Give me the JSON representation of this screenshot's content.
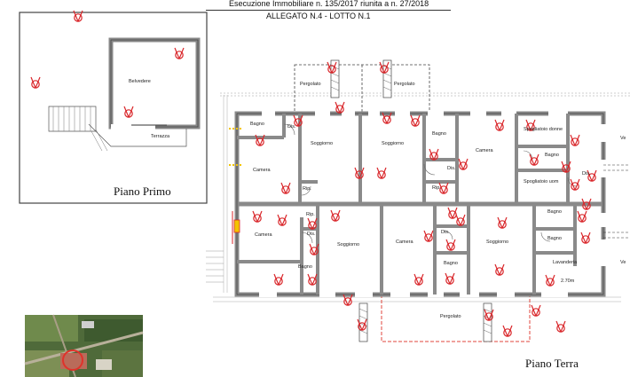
{
  "header": {
    "line1": "Esecuzione Immobiliare n. 135/2017 riunita a n. 27/2018",
    "line2": "ALLEGATO N.4 - LOTTO N.1"
  },
  "captions": {
    "first_floor": "Piano Primo",
    "ground_floor": "Piano Terra"
  },
  "first_floor_rooms": {
    "belvedere": "Belvedere",
    "terrazza": "Terrazza"
  },
  "ground_floor_rooms": {
    "pergolato_left": "Pergolato",
    "pergolato_right": "Pergolato",
    "pergolato_bottom": "Pergolato",
    "bagno_1": "Bagno",
    "dis_1": "Dis.",
    "camera_1": "Camera",
    "soggiorno_1": "Soggiorno",
    "rip_1": "Rip.",
    "soggiorno_2": "Soggiorno",
    "bagno_2": "Bagno",
    "dis_2": "Dis.",
    "rip_2": "Rip.",
    "camera_2": "Camera",
    "spogliatoio_donne": "Spogliatoio donne",
    "bagno_3": "Bagno",
    "dis_3": "Dis.",
    "spogliatoio_uomini": "Spogliatoio uom",
    "bagno_4": "Bagno",
    "bagno_5": "Bagno",
    "camera_3": "Camera",
    "rip_3": "Rip.",
    "dis_4": "Dis.",
    "bagno_6": "Bagno",
    "soggiorno_3": "Soggiorno",
    "camera_4": "Camera",
    "dis_5": "Dis.",
    "bagno_7": "Bagno",
    "soggiorno_4": "Soggiorno",
    "lavanderia": "Lavanderia",
    "height_note": "2.70m",
    "edge_1": "Ve",
    "edge_2": "Ve"
  },
  "colors": {
    "wall": "#8a8a8a",
    "line": "#555555",
    "marker": "#d9262a",
    "dashed": "#e0463c"
  }
}
